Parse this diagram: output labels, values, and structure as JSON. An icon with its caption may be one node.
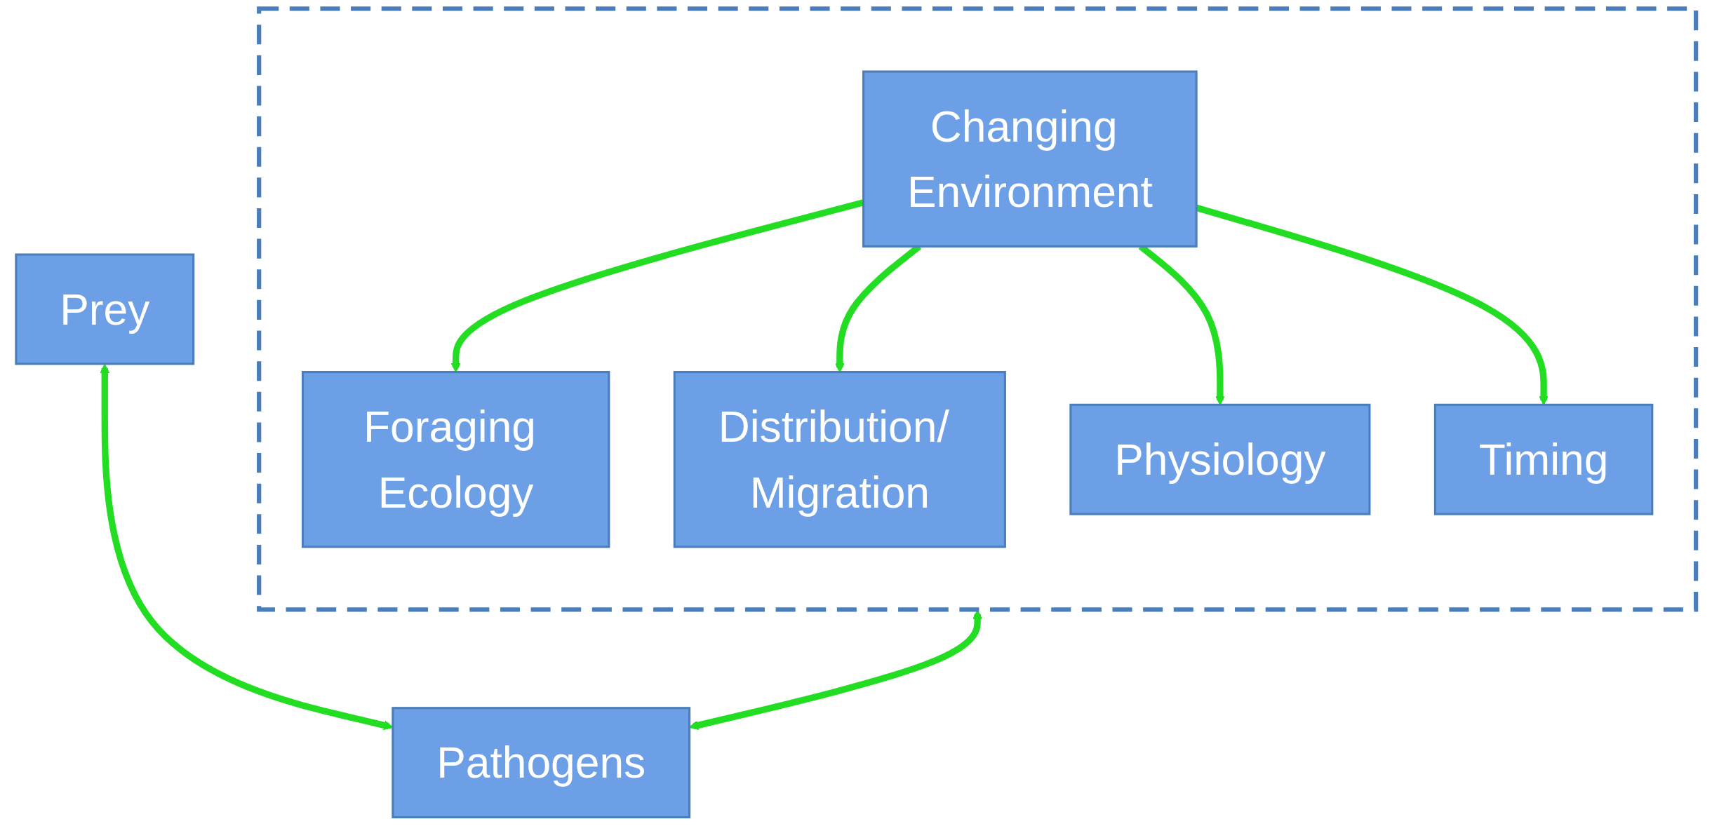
{
  "diagram": {
    "nodes": [
      {
        "text": [],
        "shape": "box"
      },
      {
        "text": [
          "Foraging Ecology"
        ],
        "in": 0
      },
      {
        "text": [
          "Distribution/ Migration"
        ],
        "in": 0
      },
      {
        "text": [
          "Changing Environment"
        ],
        "in": 0
      },
      {
        "text": [
          "Physiology"
        ],
        "in": 0
      },
      {
        "text": [
          "Timing"
        ],
        "in": 0
      },
      {
        "text": [
          "Prey"
        ]
      },
      {
        "text": [
          "Pathogens"
        ]
      }
    ],
    "edges": [
      {
        "from": 3,
        "to": 1,
        "arrow": "to"
      },
      {
        "from": 3,
        "to": 2,
        "arrow": "to"
      },
      {
        "from": 3,
        "to": 4,
        "arrow": "to"
      },
      {
        "from": 3,
        "to": 5,
        "arrow": "to"
      },
      {
        "from": 6,
        "to": 7,
        "arrow": "both"
      },
      {
        "from": 0,
        "to": 7,
        "arrow": "both"
      }
    ]
  }
}
